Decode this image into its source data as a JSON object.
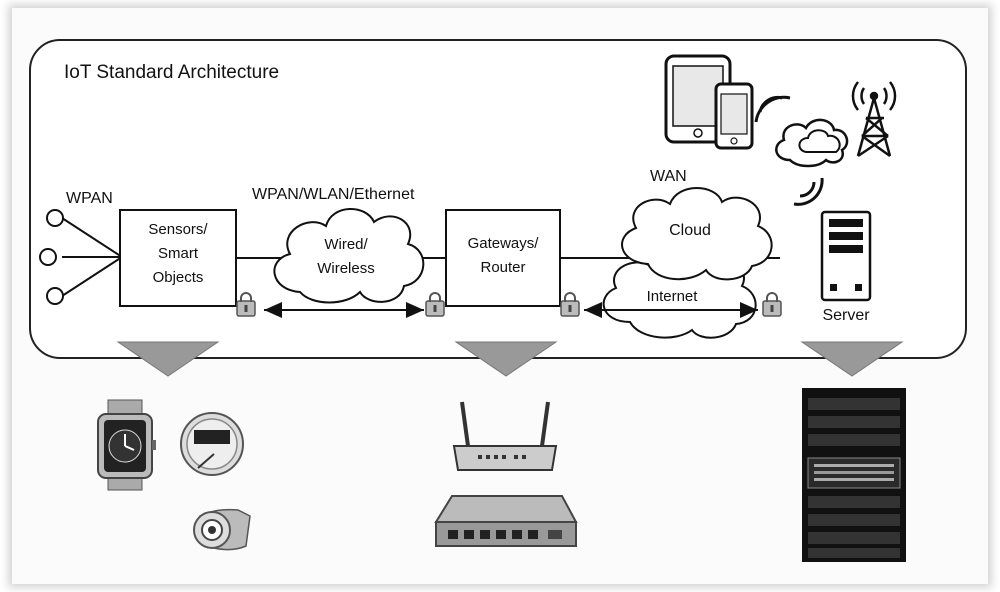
{
  "title": "IoT Standard Architecture",
  "labels": {
    "wpan": "WPAN",
    "wpan_wlan_ethernet": "WPAN/WLAN/Ethernet",
    "wan": "WAN",
    "internet": "Internet",
    "server": "Server"
  },
  "nodes": {
    "sensors": [
      "Sensors/",
      "Smart",
      "Objects"
    ],
    "wired": [
      "Wired/",
      "Wireless"
    ],
    "gateways": [
      "Gateways/",
      "Router"
    ],
    "cloud": "Cloud"
  },
  "icons": [
    "lock-icon",
    "smartwatch-icon",
    "meter-icon",
    "camera-icon",
    "wifi-router-icon",
    "network-switch-icon",
    "server-rack-icon",
    "tablet-icon",
    "phone-icon",
    "cloud-icon",
    "cell-tower-icon",
    "wireless-signal-icon",
    "server-icon"
  ]
}
